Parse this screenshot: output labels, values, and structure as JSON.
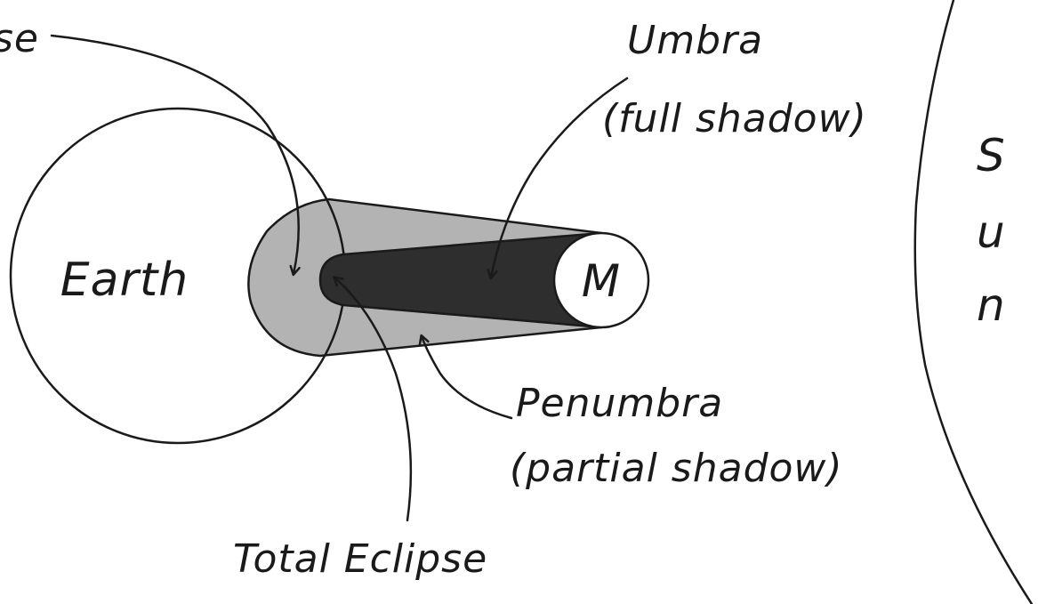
{
  "labels": {
    "earth": "Earth",
    "moon": "M",
    "umbra_title": "Umbra",
    "umbra_sub": "(full shadow)",
    "penumbra_title": "Penumbra",
    "penumbra_sub": "(partial shadow)",
    "total_eclipse": "Total Eclipse",
    "partial_eclipse_fragment": "se",
    "sun_fragment_1": "S",
    "sun_fragment_2": "u",
    "sun_fragment_3": "n"
  },
  "colors": {
    "outline": "#1a1a1a",
    "penumbra_fill": "#b3b3b3",
    "umbra_fill": "#2e2e2e",
    "background": "#ffffff"
  }
}
